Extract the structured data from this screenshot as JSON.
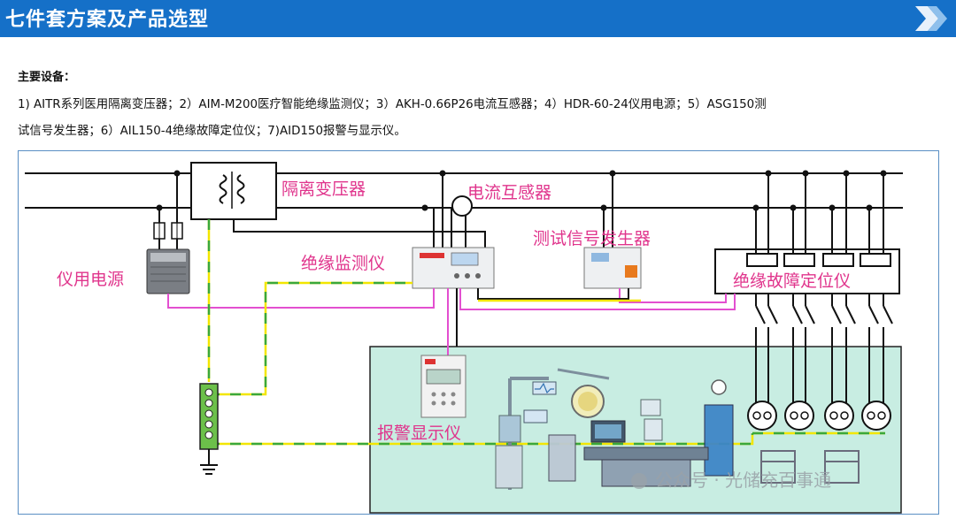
{
  "header": {
    "title": "七件套方案及产品选型"
  },
  "intro": {
    "heading": "主要设备：",
    "line1": "1) AITR系列医用隔离变压器；2）AIM-M200医疗智能绝缘监测仪；3）AKH-0.66P26电流互感器；4）HDR-60-24仪用电源；5）ASG150测",
    "line2": "试信号发生器；6）AIL150-4绝缘故障定位仪；7)AID150报警与显示仪。"
  },
  "diagram": {
    "labels": {
      "transformer": "隔离变压器",
      "current_transformer": "电流互感器",
      "signal_generator": "测试信号发生器",
      "insulation_monitor": "绝缘监测仪",
      "power_supply": "仪用电源",
      "fault_locator": "绝缘故障定位仪",
      "alarm_display": "报警显示仪"
    },
    "watermark": "公众号 · 光储充百事通",
    "colors": {
      "label": "#e0348c",
      "wire": "#111111",
      "signal_wire": "#e34fd0",
      "ground_yellow": "#f2e600",
      "ground_green": "#3aa83a",
      "room_fill": "#c8ede2",
      "banner": "#1570c8"
    }
  }
}
